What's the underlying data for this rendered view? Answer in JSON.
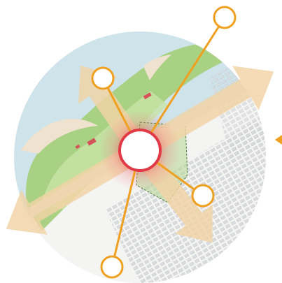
{
  "palette": {
    "water": "#cfe3ea",
    "land": "#f2f2ef",
    "park": "#a8d184",
    "park_light": "#c8e3a8",
    "beach": "#efe3cf",
    "arrow": "#f2d4a6",
    "connector": "#f0a020",
    "hub_fill": "#ffffff",
    "hub_ring": "#e03a46",
    "hub_glow": "#f07a80",
    "marker": "#d4545a",
    "buildings": "#d2d5d8"
  },
  "diagram": {
    "map_base": "circular-aerial-map",
    "hub": "central-hub-node",
    "connectors": 4,
    "direction_arrows": [
      "northeast",
      "southwest",
      "northwest",
      "southeast",
      "east"
    ]
  }
}
